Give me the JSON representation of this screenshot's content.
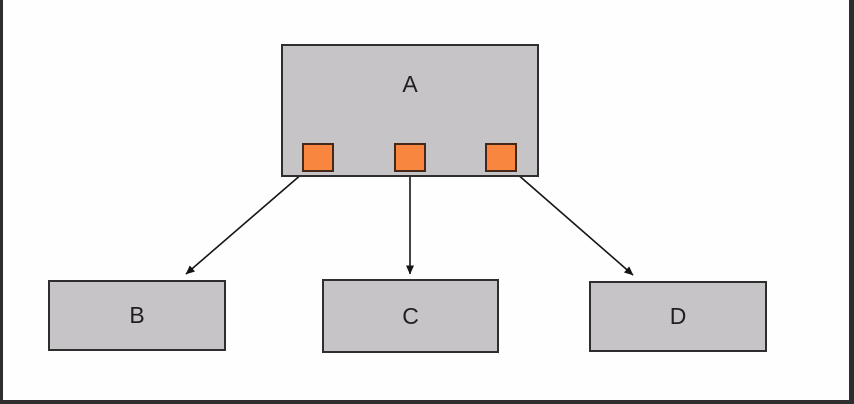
{
  "diagram": {
    "nodes": {
      "a": {
        "label": "A"
      },
      "b": {
        "label": "B"
      },
      "c": {
        "label": "C"
      },
      "d": {
        "label": "D"
      }
    },
    "ports": {
      "count": 3,
      "shape": "orange-square",
      "parent": "A"
    },
    "edges": [
      {
        "from": "A",
        "to": "B"
      },
      {
        "from": "A",
        "to": "C"
      },
      {
        "from": "A",
        "to": "D"
      }
    ],
    "colors": {
      "background": "#fefefe",
      "node_fill": "#c6c4c6",
      "node_border": "#2e2e2e",
      "port_fill": "#f8863f",
      "port_border": "#44291b",
      "arrow": "#151515",
      "frame_edge": "#2e2e30"
    }
  }
}
